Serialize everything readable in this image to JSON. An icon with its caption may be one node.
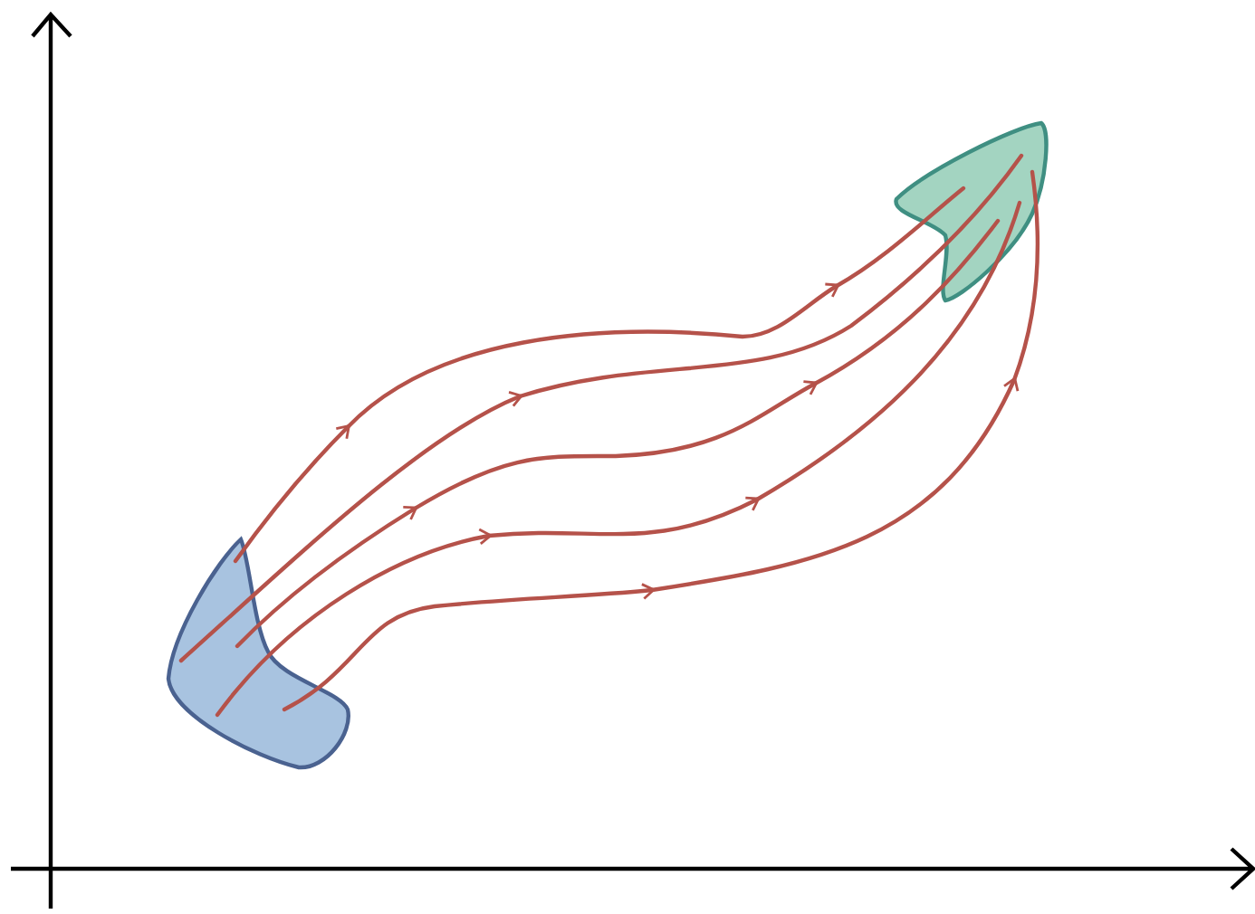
{
  "diagram": {
    "nodes": [
      {
        "text": [],
        "shape": "blob"
      },
      {
        "text": [],
        "shape": "blob"
      }
    ],
    "edges": [
      {
        "from": 0,
        "to": 1,
        "arrow": "to"
      },
      {
        "from": 0,
        "to": 1,
        "arrow": "to"
      },
      {
        "from": 0,
        "to": 1,
        "arrow": "to"
      },
      {
        "from": 0,
        "to": 1,
        "arrow": "to"
      },
      {
        "from": 0,
        "to": 1,
        "arrow": "to"
      }
    ]
  }
}
